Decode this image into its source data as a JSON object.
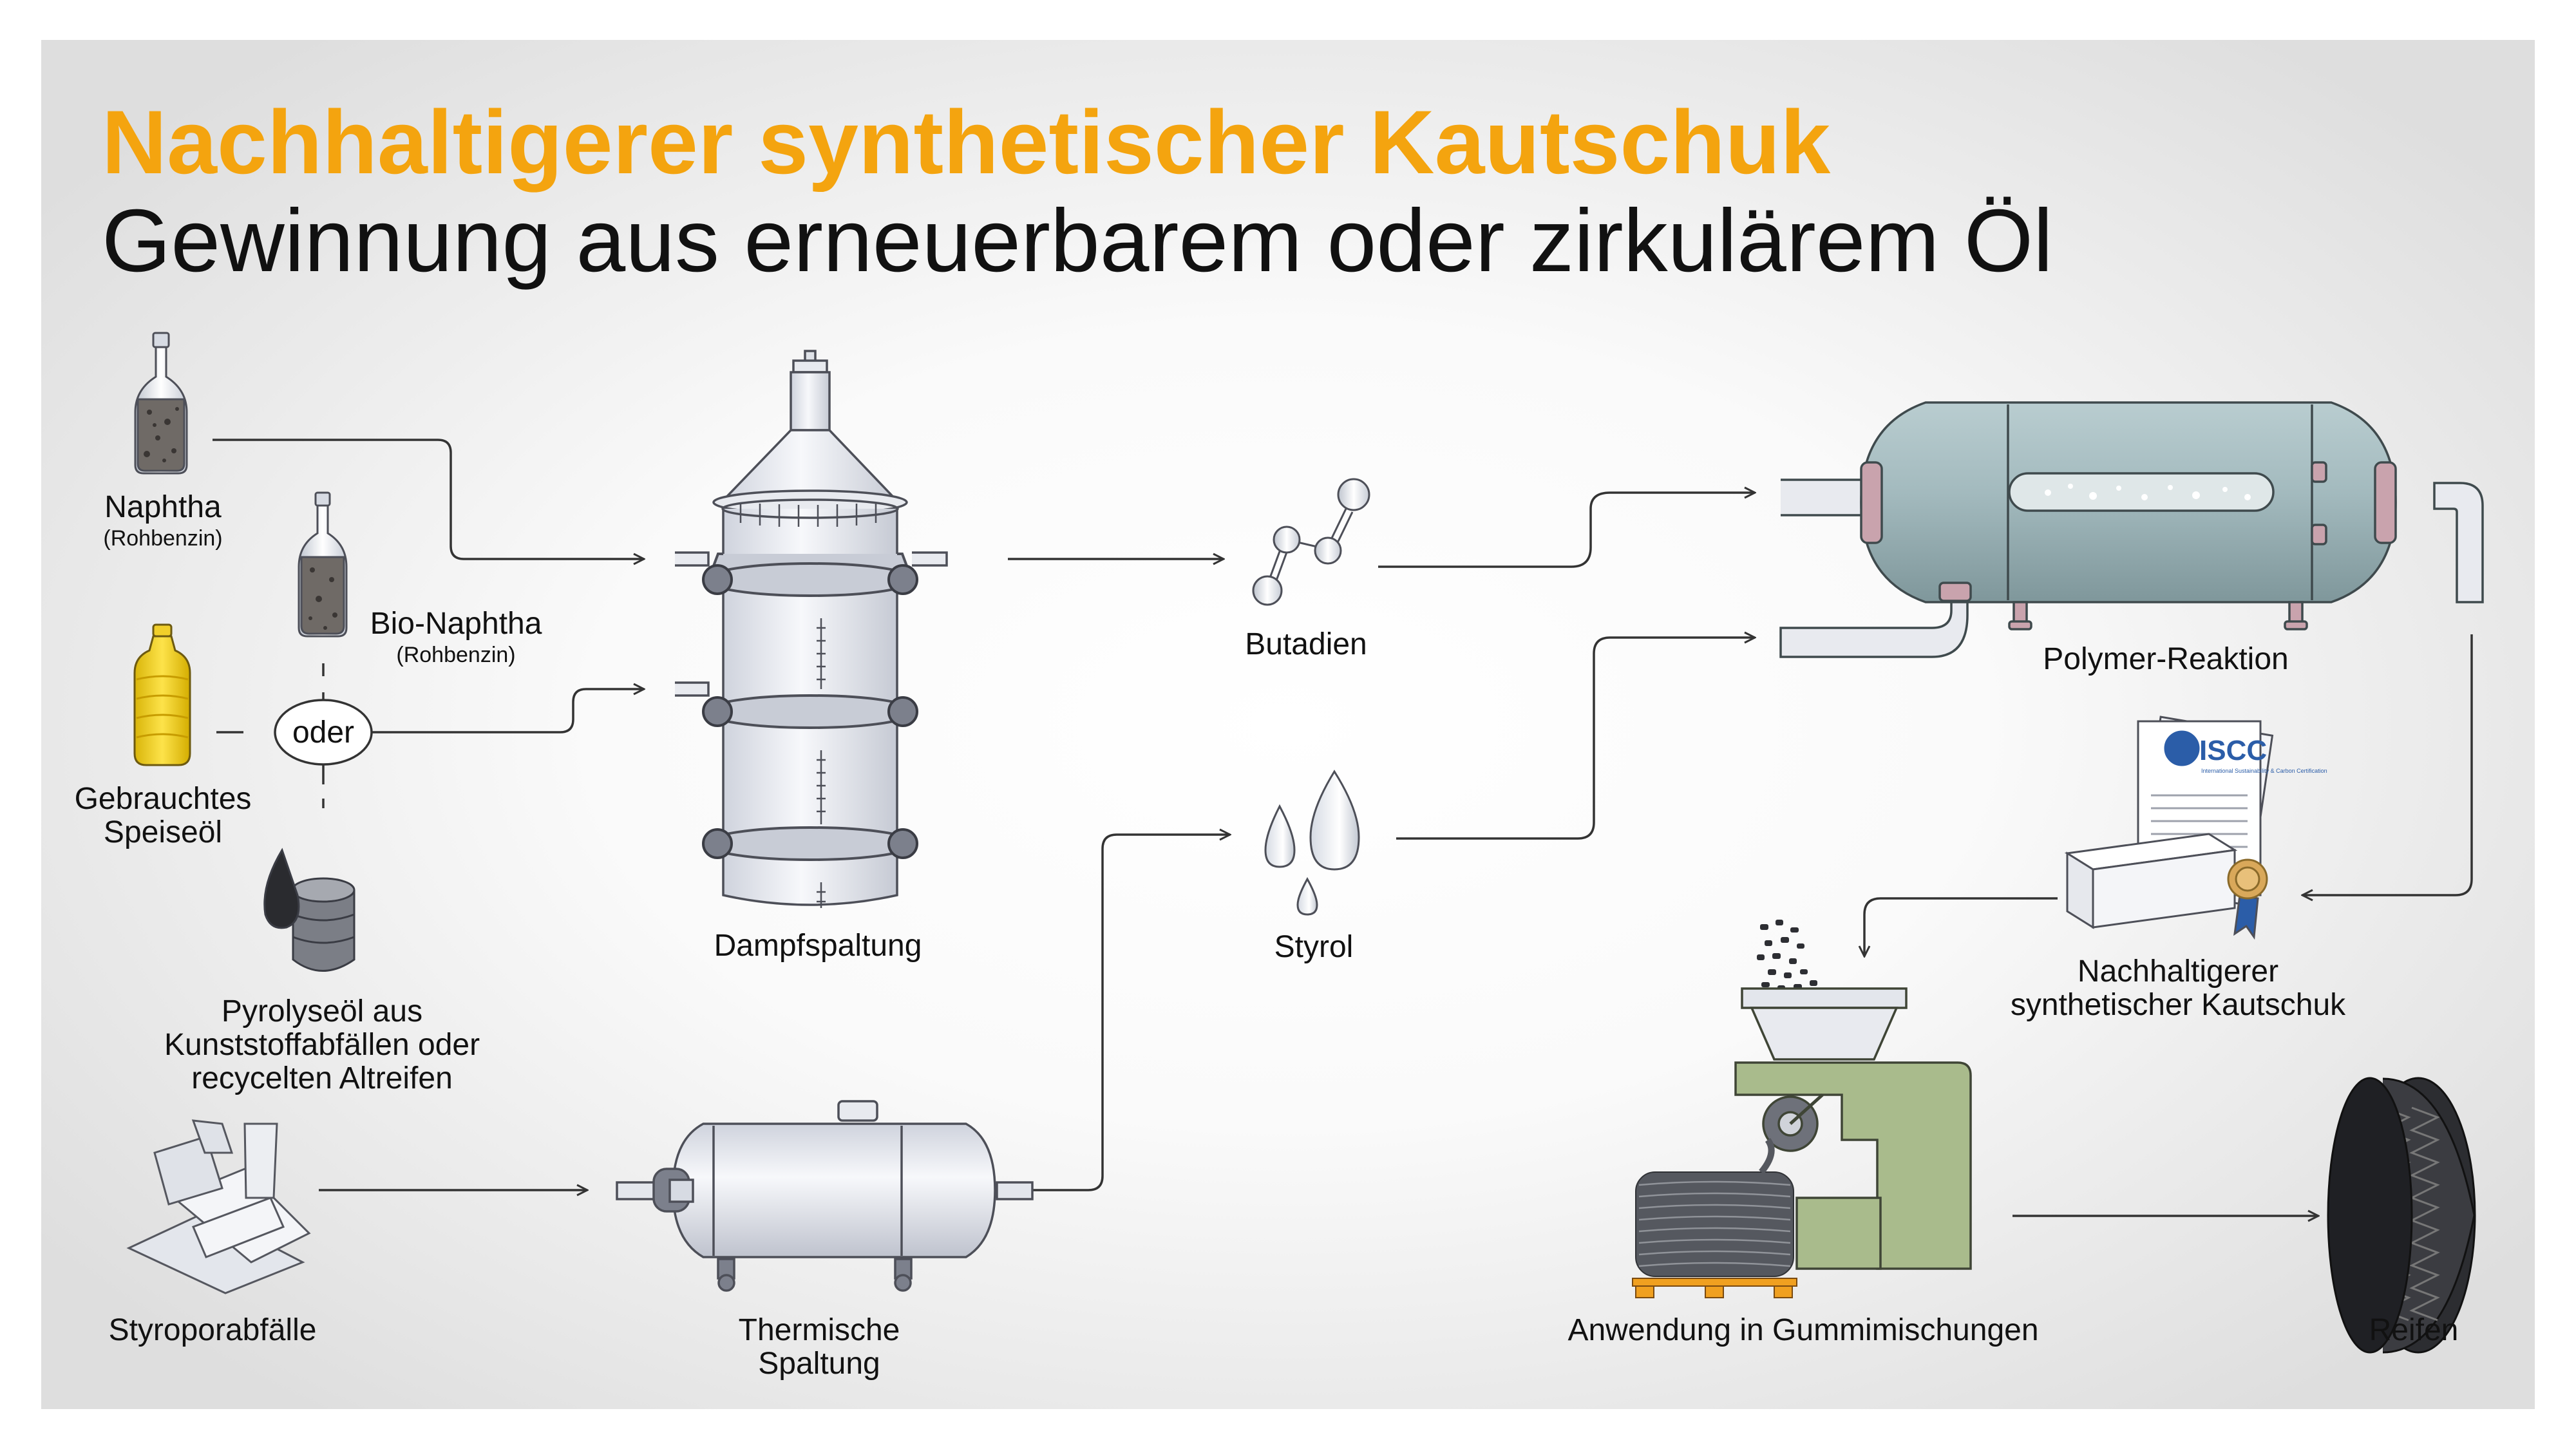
{
  "title": {
    "line1": "Nachhaltigerer synthetischer Kautschuk",
    "line2": "Gewinnung aus erneuerbarem oder zirkulärem Öl"
  },
  "labels": {
    "naphtha": "Naphtha",
    "naphtha_sub": "(Rohbenzin)",
    "bio_naphtha": "Bio-Naphtha",
    "bio_naphtha_sub": "(Rohbenzin)",
    "oder": "oder",
    "oil_1": "Gebrauchtes",
    "oil_2": "Speiseöl",
    "pyro_1": "Pyrolyseöl aus",
    "pyro_2": "Kunststoffabfällen oder",
    "pyro_3": "recycelten Altreifen",
    "styro": "Styroporabfälle",
    "steam": "Dampfspaltung",
    "thermal_1": "Thermische",
    "thermal_2": "Spaltung",
    "butadien": "Butadien",
    "styrol": "Styrol",
    "polymer": "Polymer-Reaktion",
    "rubber_1": "Nachhaltigerer",
    "rubber_2": "synthetischer Kautschuk",
    "compound": "Anwendung in Gummimischungen",
    "tire": "Reifen",
    "iscc": "ISCC",
    "iscc_fine": "International Sustainability & Carbon Certification"
  },
  "colors": {
    "accent": "#f4a40f",
    "text": "#111111",
    "vessel": "#e3e6ee",
    "vessel_stroke": "#4d4f58",
    "reactor": "#9fb7bb",
    "reactor_flange": "#c9a3ad",
    "machine": "#a9bb8c",
    "pallet": "#f0a020"
  }
}
